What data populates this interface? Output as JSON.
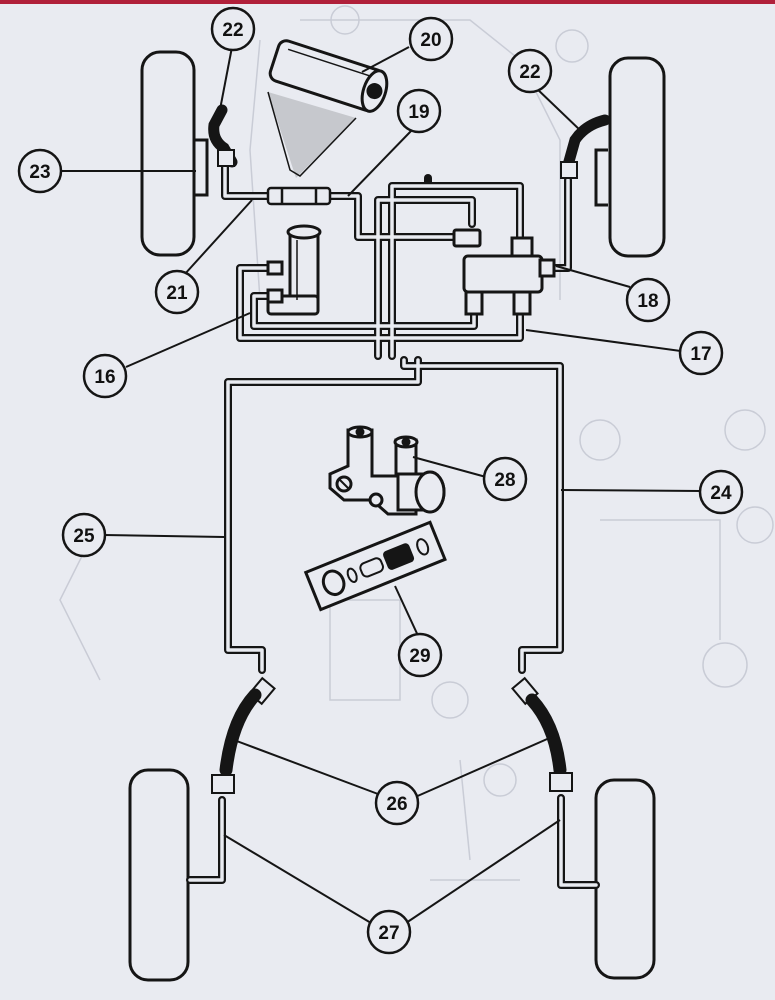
{
  "labels": {
    "n16": "16",
    "n17": "17",
    "n18": "18",
    "n19": "19",
    "n20": "20",
    "n21": "21",
    "n22a": "22",
    "n22b": "22",
    "n23": "23",
    "n24": "24",
    "n25": "25",
    "n26": "26",
    "n27": "27",
    "n28": "28",
    "n29": "29"
  },
  "colors": {
    "ink": "#151515",
    "paper": "#e9ebf1",
    "pipe_fill": "#e9ebf1",
    "faint": "#c9ccd6",
    "top_border": "#b0203a"
  },
  "icons": [
    "wheel-icon",
    "master-cylinder-icon",
    "proportioning-valve-icon",
    "seal-kit-icon",
    "brake-hose-icon",
    "pipe-sleeve-icon"
  ]
}
